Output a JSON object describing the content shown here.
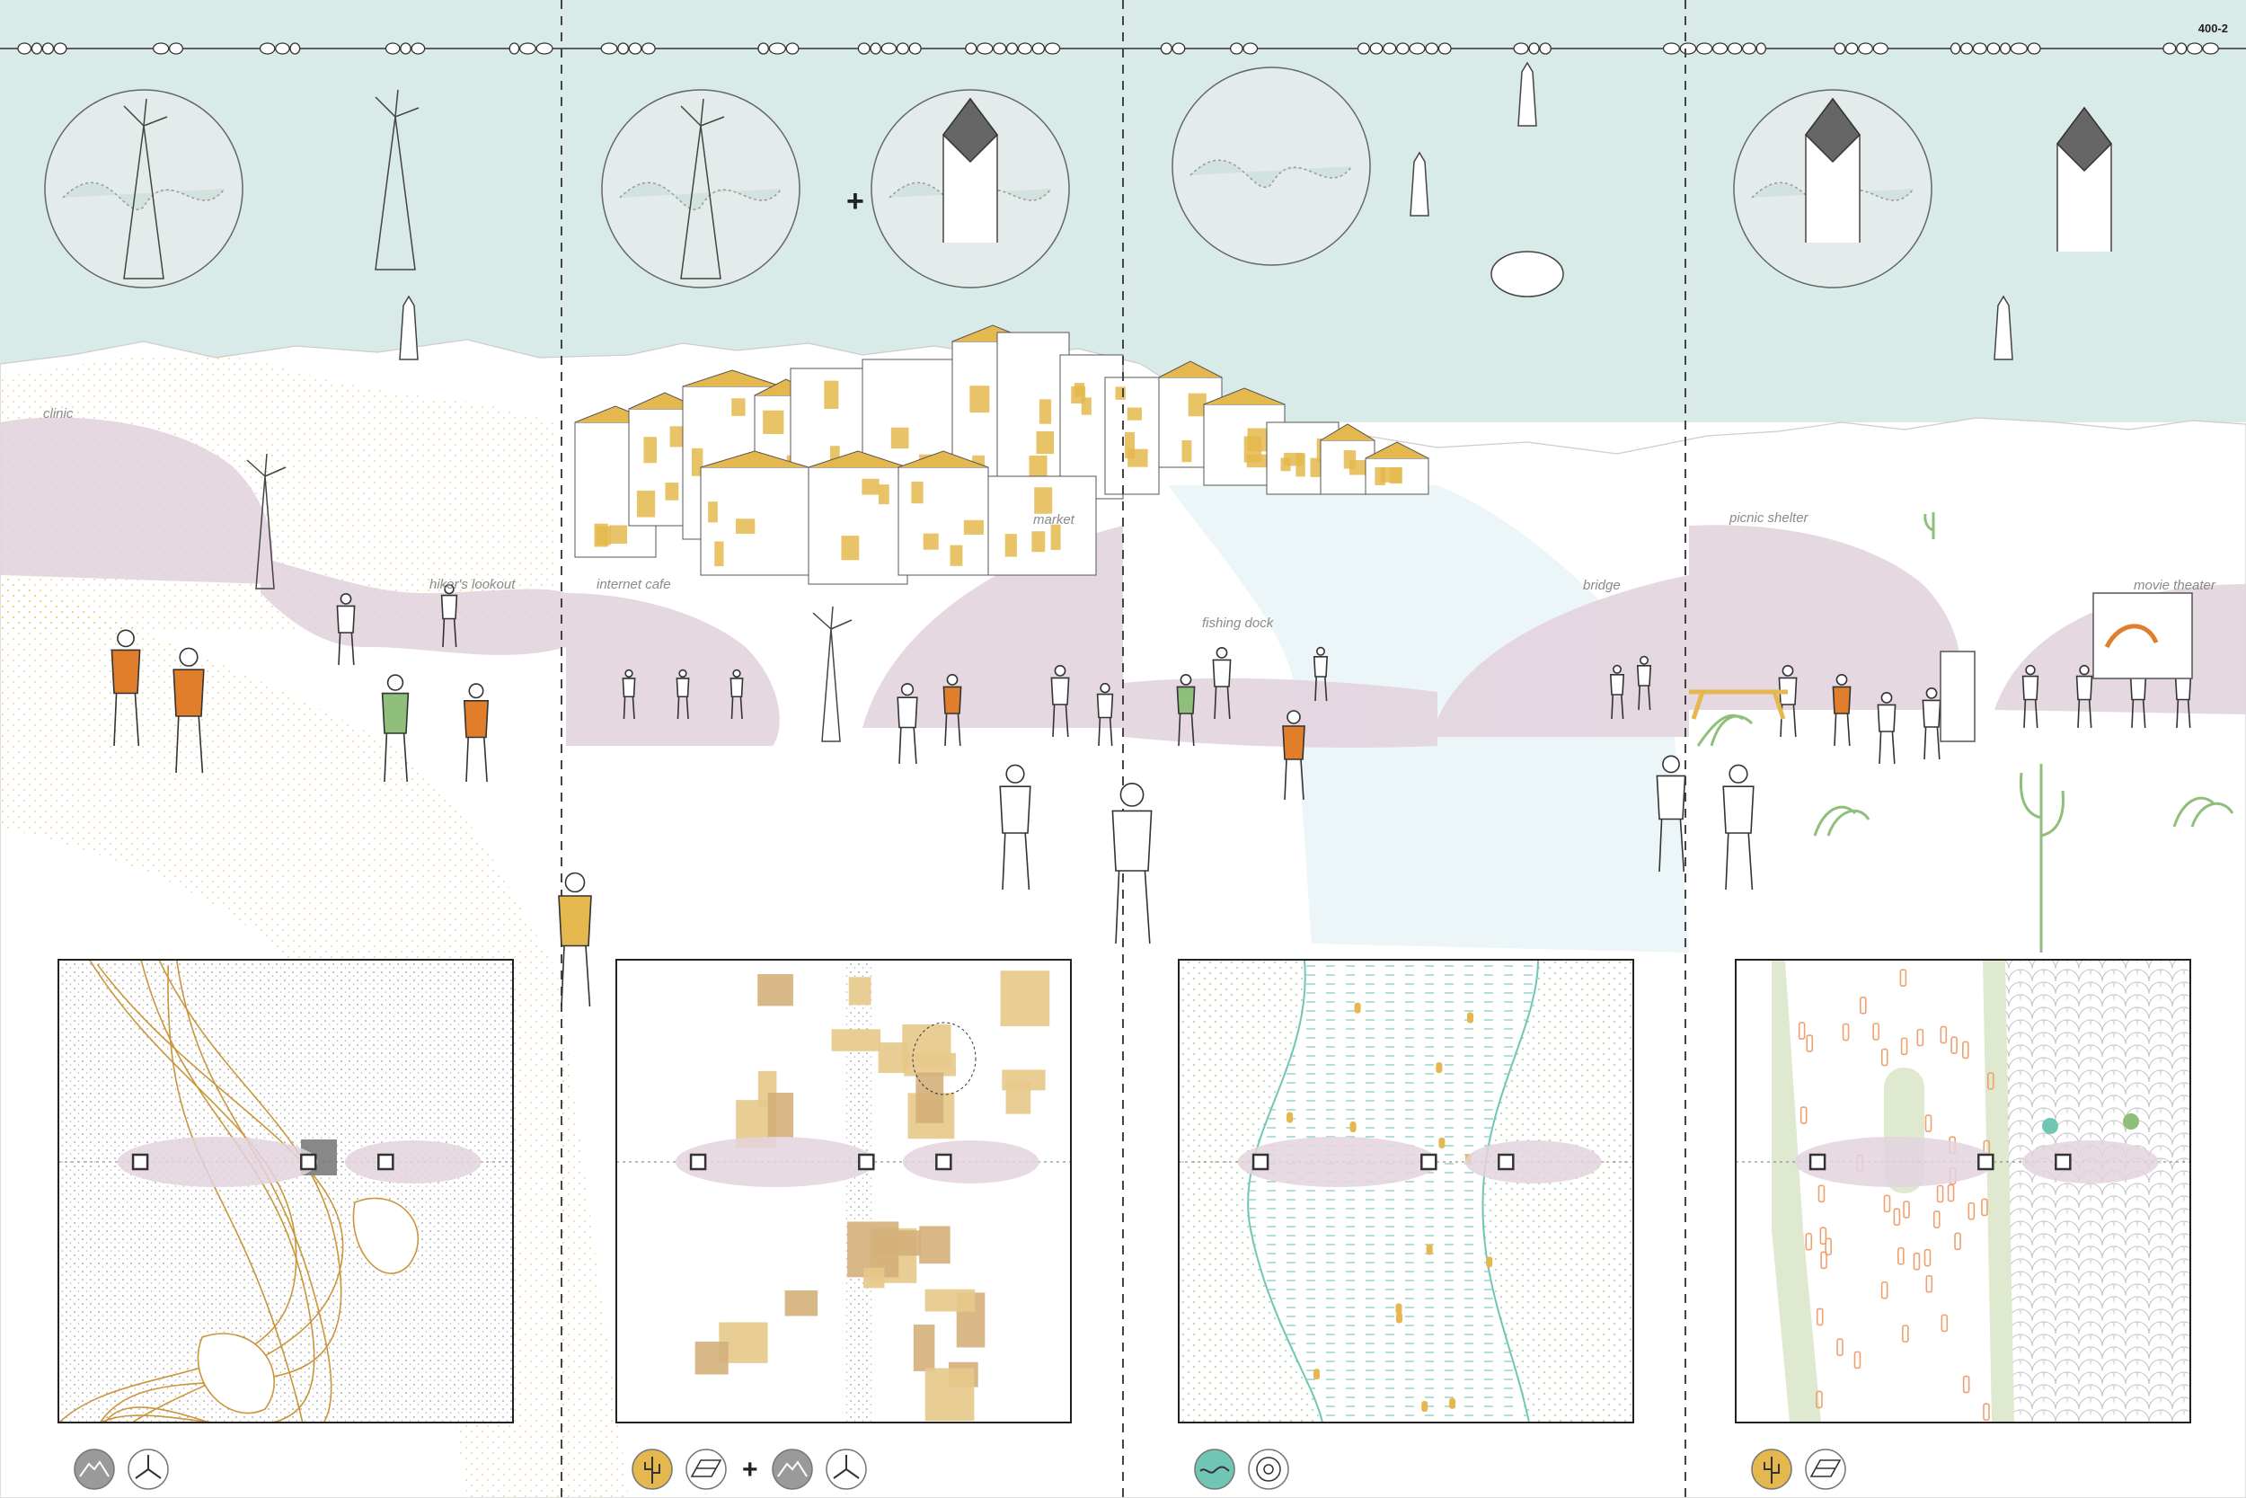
{
  "sheet": {
    "number": "400-2"
  },
  "colors": {
    "sky": "#d9ebe8",
    "bubble": "#e3d4de",
    "ochre": "#e4b84e",
    "orange": "#e07e2c",
    "green": "#8fbf7a",
    "water": "#9fd6cb",
    "contour": "#c9963a",
    "line": "#333333"
  },
  "panels": [
    {
      "labels": [
        {
          "text": "clinic"
        },
        {
          "text": "hiker's lookout"
        }
      ],
      "plan": "topography",
      "legend_icons": [
        "mountain-icon",
        "wind-turbine-icon"
      ]
    },
    {
      "labels": [
        {
          "text": "internet cafe"
        },
        {
          "text": "market"
        }
      ],
      "plan": "town",
      "legend_icons": [
        "cactus-icon",
        "solar-panel-icon",
        "mountain-icon",
        "wind-turbine-icon"
      ]
    },
    {
      "labels": [
        {
          "text": "fishing dock"
        },
        {
          "text": "bridge"
        }
      ],
      "plan": "river",
      "legend_icons": [
        "water-icon",
        "water-wheel-icon"
      ]
    },
    {
      "labels": [
        {
          "text": "picnic shelter"
        },
        {
          "text": "movie theater"
        }
      ],
      "plan": "parking",
      "legend_icons": [
        "cactus-icon",
        "solar-panel-icon"
      ]
    }
  ]
}
